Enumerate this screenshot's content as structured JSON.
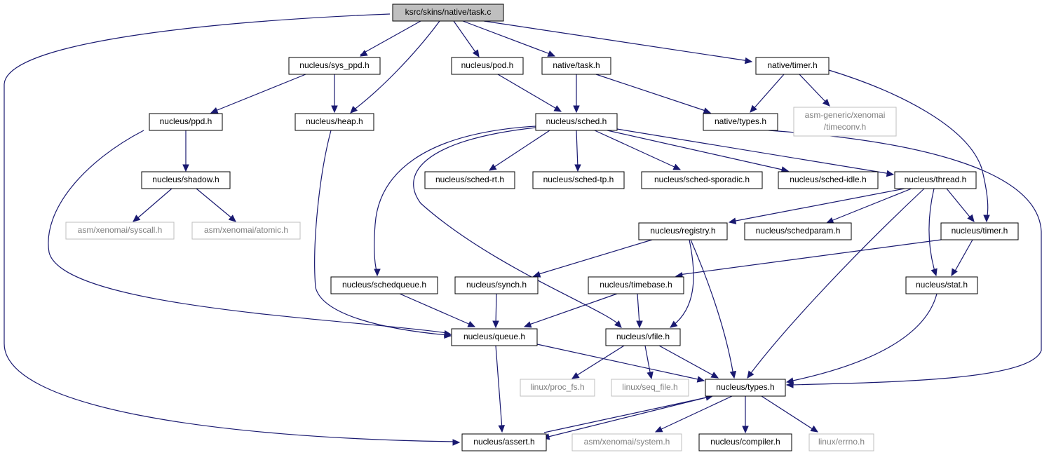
{
  "graph": {
    "nodes": {
      "task_c": "ksrc/skins/native/task.c",
      "sys_ppd": "nucleus/sys_ppd.h",
      "pod": "nucleus/pod.h",
      "native_task": "native/task.h",
      "native_timer": "native/timer.h",
      "ppd": "nucleus/ppd.h",
      "heap": "nucleus/heap.h",
      "sched": "nucleus/sched.h",
      "native_types": "native/types.h",
      "timeconv_1": "asm-generic/xenomai",
      "timeconv_2": "/timeconv.h",
      "shadow": "nucleus/shadow.h",
      "sched_rt": "nucleus/sched-rt.h",
      "sched_tp": "nucleus/sched-tp.h",
      "sched_sporadic": "nucleus/sched-sporadic.h",
      "sched_idle": "nucleus/sched-idle.h",
      "thread": "nucleus/thread.h",
      "syscall": "asm/xenomai/syscall.h",
      "atomic": "asm/xenomai/atomic.h",
      "registry": "nucleus/registry.h",
      "schedparam": "nucleus/schedparam.h",
      "timer": "nucleus/timer.h",
      "schedqueue": "nucleus/schedqueue.h",
      "synch": "nucleus/synch.h",
      "timebase": "nucleus/timebase.h",
      "stat": "nucleus/stat.h",
      "queue": "nucleus/queue.h",
      "vfile": "nucleus/vfile.h",
      "proc_fs": "linux/proc_fs.h",
      "seq_file": "linux/seq_file.h",
      "types": "nucleus/types.h",
      "assert": "nucleus/assert.h",
      "system": "asm/xenomai/system.h",
      "compiler": "nucleus/compiler.h",
      "errno": "linux/errno.h"
    }
  }
}
